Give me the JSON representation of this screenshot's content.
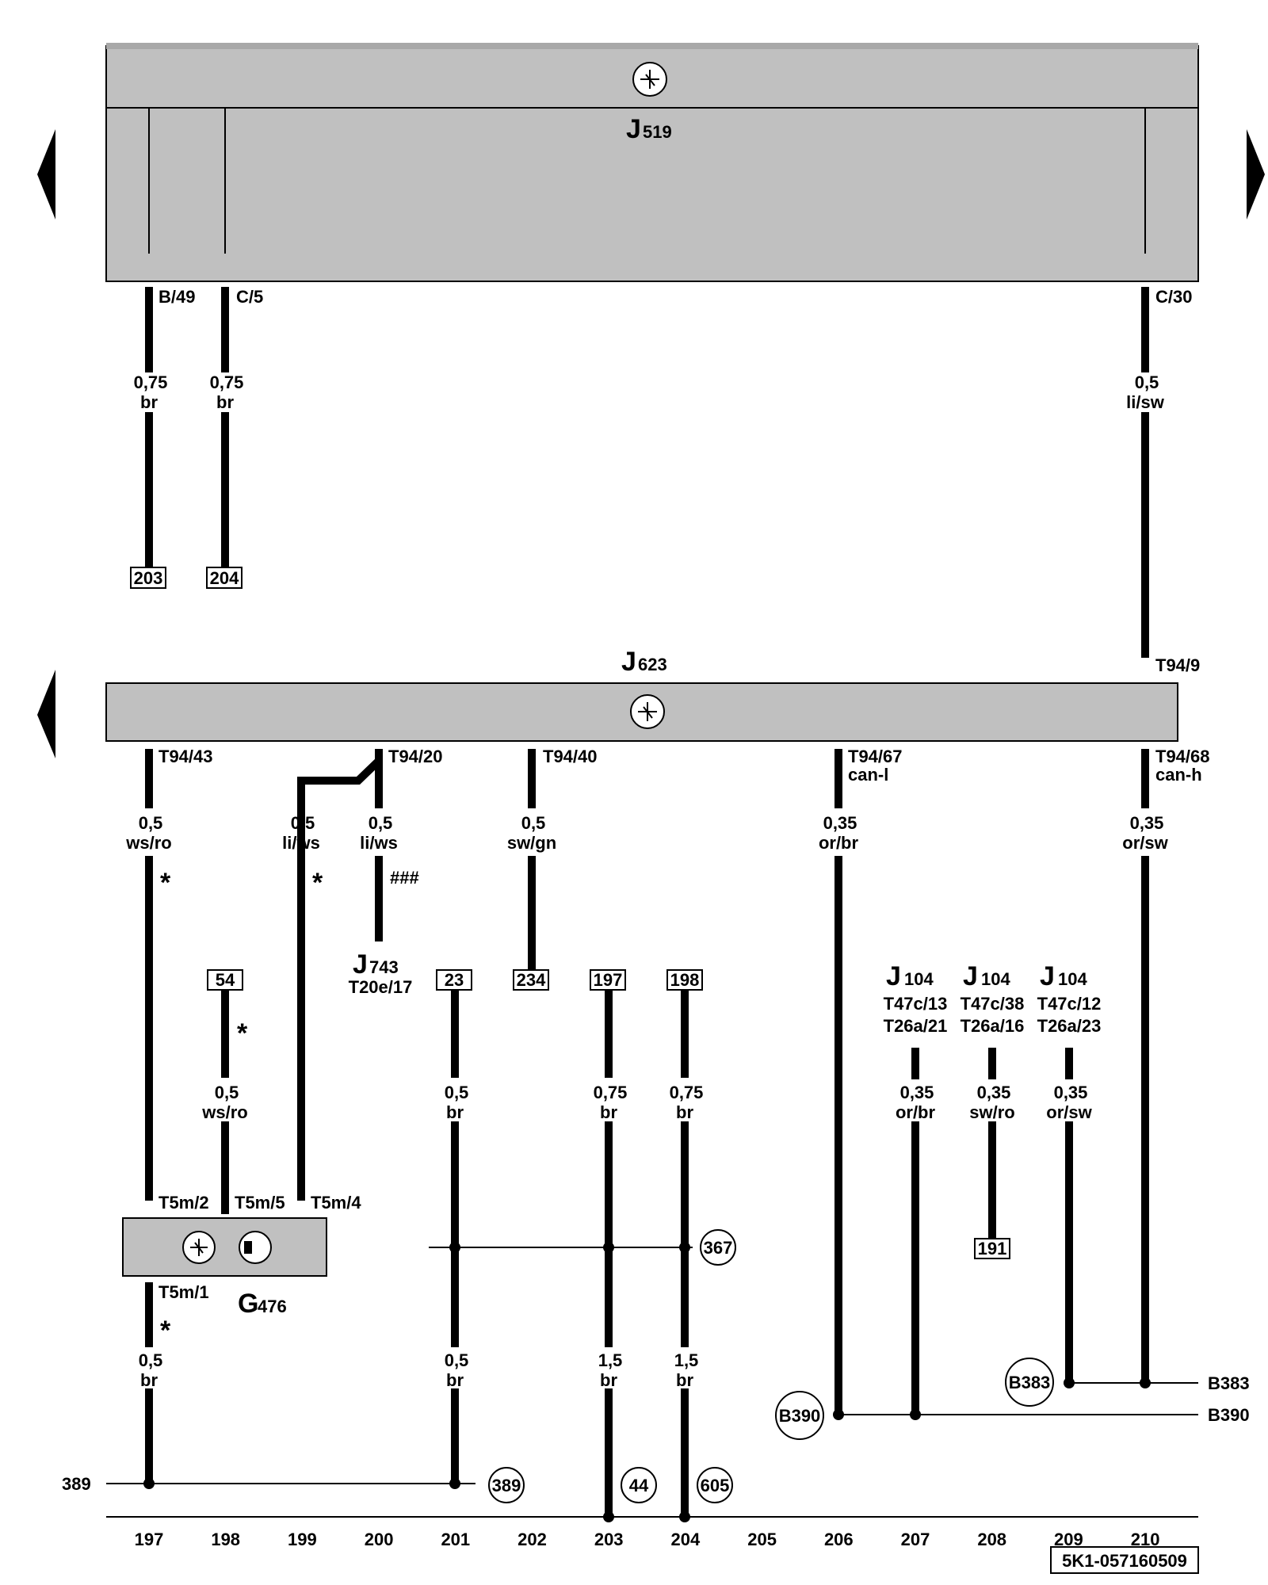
{
  "modules": {
    "j519": {
      "label": "J",
      "sub": "519"
    },
    "j623": {
      "label": "J",
      "sub": "623"
    },
    "j743": {
      "label": "J",
      "sub": "743",
      "pin": "T20e/17"
    },
    "g476": {
      "label": "G",
      "sub": "476"
    },
    "j104": [
      {
        "label": "J",
        "sub": "104",
        "pin1": "T47c/13",
        "pin2": "T26a/21"
      },
      {
        "label": "J",
        "sub": "104",
        "pin1": "T47c/38",
        "pin2": "T26a/16"
      },
      {
        "label": "J",
        "sub": "104",
        "pin1": "T47c/12",
        "pin2": "T26a/23"
      }
    ]
  },
  "pins": {
    "b49": "B/49",
    "c5": "C/5",
    "c30": "C/30",
    "t94_9": "T94/9",
    "t94_43": "T94/43",
    "t94_20": "T94/20",
    "t94_40": "T94/40",
    "t94_67": "T94/67",
    "t94_68": "T94/68",
    "can_l": "can-l",
    "can_h": "can-h",
    "t5m2": "T5m/2",
    "t5m5": "T5m/5",
    "t5m4": "T5m/4",
    "t5m1": "T5m/1"
  },
  "wires": {
    "w1": {
      "size": "0,75",
      "color": "br"
    },
    "w2": {
      "size": "0,75",
      "color": "br"
    },
    "w3": {
      "size": "0,5",
      "color": "li/sw"
    },
    "w4": {
      "size": "0,5",
      "color": "ws/ro"
    },
    "w5": {
      "size": "0,5",
      "color": "li/ws"
    },
    "w6": {
      "size": "0,5",
      "color": "li/ws"
    },
    "w7": {
      "size": "0,5",
      "color": "sw/gn"
    },
    "w8": {
      "size": "0,35",
      "color": "or/br"
    },
    "w9": {
      "size": "0,35",
      "color": "or/sw"
    },
    "w10": {
      "size": "0,5",
      "color": "ws/ro"
    },
    "w11": {
      "size": "0,5",
      "color": "br"
    },
    "w12": {
      "size": "0,75",
      "color": "br"
    },
    "w13": {
      "size": "0,75",
      "color": "br"
    },
    "w14": {
      "size": "0,35",
      "color": "or/br"
    },
    "w15": {
      "size": "0,35",
      "color": "sw/ro"
    },
    "w16": {
      "size": "0,35",
      "color": "or/sw"
    },
    "w17": {
      "size": "0,5",
      "color": "br"
    },
    "w18": {
      "size": "0,5",
      "color": "br"
    },
    "w19": {
      "size": "1,5",
      "color": "br"
    },
    "w20": {
      "size": "1,5",
      "color": "br"
    }
  },
  "refs": {
    "r203": "203",
    "r204": "204",
    "r54": "54",
    "r23": "23",
    "r234": "234",
    "r197": "197",
    "r198": "198",
    "r191": "191"
  },
  "circles": {
    "c367": "367",
    "c389": "389",
    "c44": "44",
    "c605": "605",
    "b383": "B383",
    "b390": "B390"
  },
  "notes": {
    "star": "*",
    "hash": "###"
  },
  "bus_labels": {
    "left389": "389",
    "b383": "B383",
    "b390": "B390"
  },
  "track_numbers": [
    "197",
    "198",
    "199",
    "200",
    "201",
    "202",
    "203",
    "204",
    "205",
    "206",
    "207",
    "208",
    "209",
    "210"
  ],
  "doc_code": "5K1-057160509"
}
